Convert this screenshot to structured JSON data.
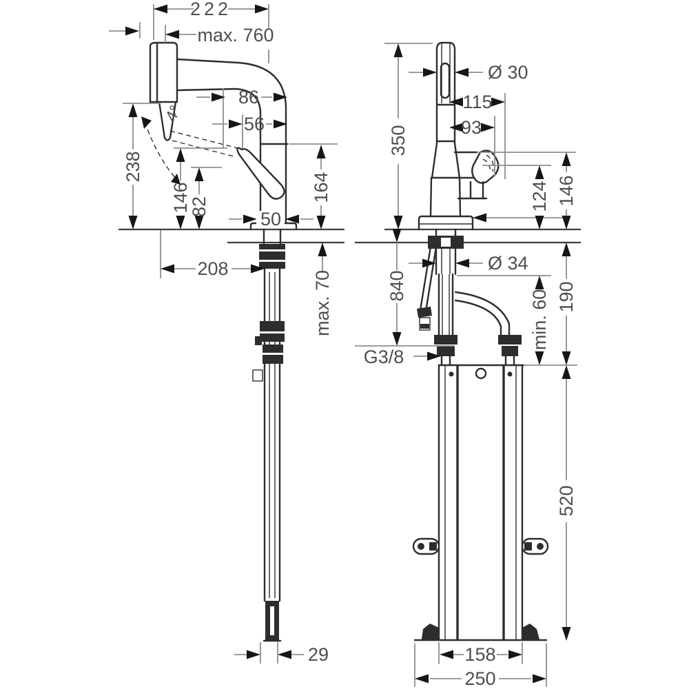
{
  "page": {
    "background": "#ffffff",
    "line_color": "#2d2d2d",
    "dimension_color": "#8e8e8e",
    "text_color": "#4e4e4e"
  },
  "side_view": {
    "name": "faucet side view with pull-out spray",
    "dims": {
      "reach_222": "222",
      "pullout_max_760": "max. 760",
      "height_238": "238",
      "swivel_angle": "4°",
      "offset_86": "86",
      "offset_56": "56",
      "height_146": "146",
      "height_82": "82",
      "height_164": "164",
      "base_width_50": "50",
      "projection_208": "208",
      "counter_max_70": "max. 70",
      "hose_width_29": "29"
    }
  },
  "front_view": {
    "name": "faucet front view with installation unit",
    "dims": {
      "spout_dia_30": "Ø 30",
      "handle_offset_115": "115",
      "handle_offset_93": "93",
      "height_350": "350",
      "handle_height_124": "124",
      "handle_height_146": "146",
      "shank_dia_34": "Ø 34",
      "hose_length_840": "840",
      "clearance_min_60": "min. 60",
      "depth_190": "190",
      "bracket_height_520": "520",
      "thread": "G3/8",
      "rail_width_158": "158",
      "base_width_250": "250"
    }
  }
}
